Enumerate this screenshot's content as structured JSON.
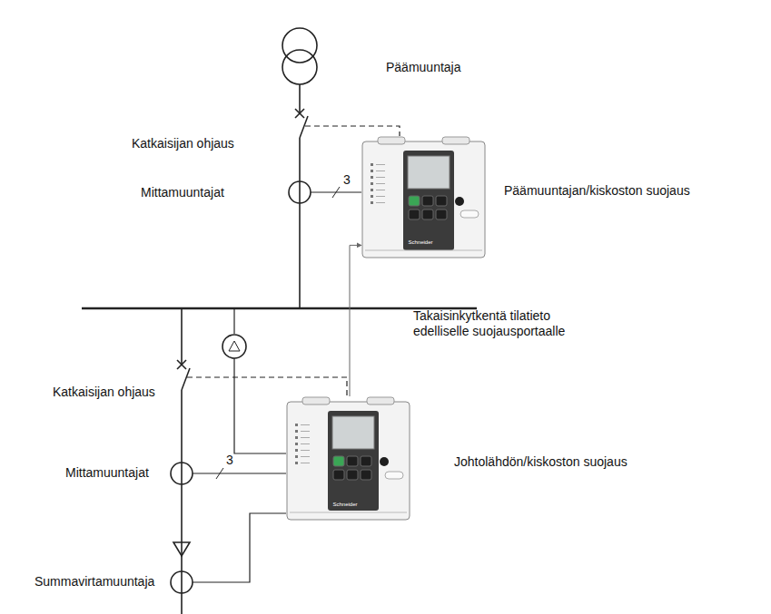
{
  "diagram": {
    "nodes": [
      {
        "text": [
          "Päämuuntajan/kiskoston suojaus"
        ]
      },
      {
        "text": [
          "Johtolähdön/kiskoston suojaus"
        ]
      }
    ],
    "edges": [
      {
        "from": 1,
        "to": 0,
        "arrow": "to"
      }
    ],
    "labels": [
      "Päämuuntaja",
      "Katkaisijan ohjaus",
      "Mittamuuntajat",
      "3",
      "Takaisinkytkentä tilatieto edelliselle suojausportaalle",
      "Katkaisijan ohjaus",
      "Mittamuuntajat",
      "3",
      "Summavirtamuuntaja",
      "Schneider",
      "Schneider"
    ]
  }
}
